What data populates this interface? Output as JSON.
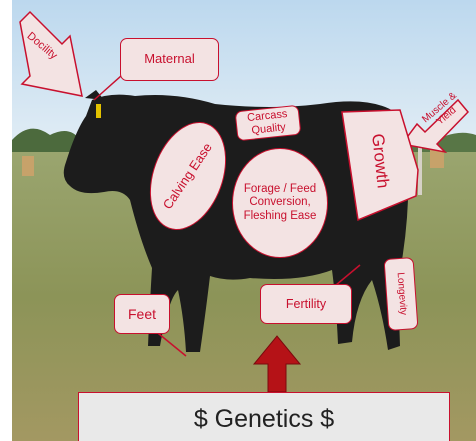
{
  "labels": {
    "docility": "Docility",
    "maternal": "Maternal",
    "carcass_quality": "Carcass Quality",
    "muscle_yield": "Muscle & Yield",
    "growth": "Growth",
    "calving_ease": "Calving Ease",
    "forage_feed": "Forage / Feed Conversion, Fleshing Ease",
    "longevity": "Longevity",
    "fertility": "Fertility",
    "feet": "Feet",
    "genetics": "$ Genetics $"
  },
  "colors": {
    "accent": "#c8102e",
    "label_fill": "#f3e3e3",
    "sky": "#cfe3f2",
    "pasture": "#8e9a63",
    "cow": "#1a1a1a",
    "arrow_fill": "#b51217"
  }
}
